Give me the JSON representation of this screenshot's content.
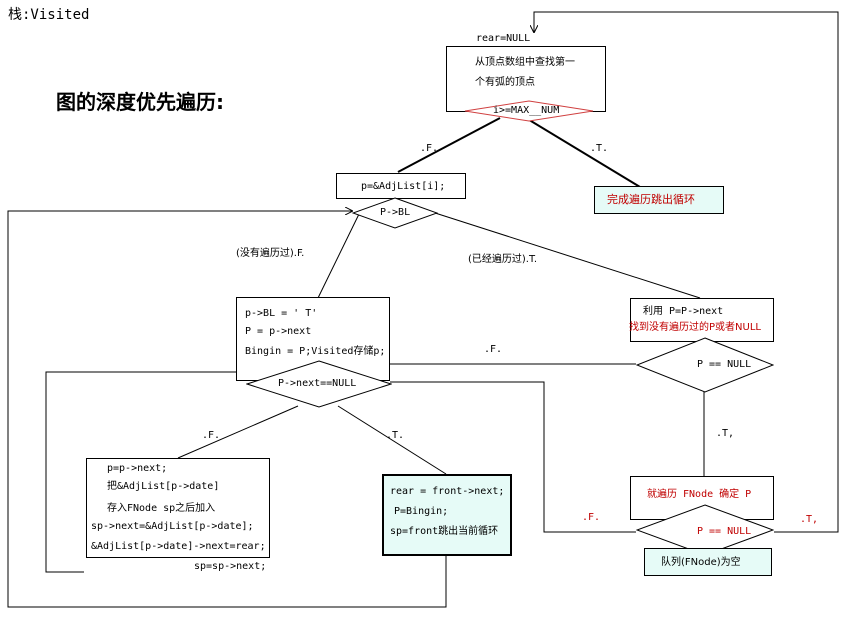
{
  "corner_label": "栈:Visited",
  "title": "图的深度优先遍历:",
  "top": {
    "rear": "rear=NULL",
    "box_line1": "从顶点数组中查找第一",
    "box_line2": "个有弧的顶点",
    "diamond": "i>=MAX__NUM"
  },
  "labels": {
    "top_false": ".F.",
    "top_true": ".T.",
    "not_visited": "(没有遍历过).F.",
    "visited": "(已经遍历过).T.",
    "mid_false": ".F.",
    "next_false": ".F.",
    "next_true": ".T.",
    "right_true": ".T,",
    "bottom_false": ".F.",
    "bottom_true": ".T,"
  },
  "p_assign": "p=&AdjList[i];",
  "bl_diamond": "P->BL",
  "done_box": "完成遍历跳出循环",
  "center_box": {
    "line1": "p->BL = ' T'",
    "line2": "P = p->next",
    "line3": "Bingin = P;Visited存储p;"
  },
  "next_diamond": "P->next==NULL",
  "right_box": {
    "line1": "利用 P=P->next",
    "line2": "找到没有遍历过的P或者NULL"
  },
  "p_null_diamond": "P == NULL",
  "fnode_box": "就遍历 FNode 确定 P",
  "p_null_diamond2": "P == NULL",
  "queue_box": "队列(FNode)为空",
  "left_box": {
    "line1": "p=p->next;",
    "line2": "把&AdjList[p->date]",
    "line3": "存入FNode  sp之后加入",
    "line4": "sp->next=&AdjList[p->date];",
    "line5": "&AdjList[p->date]->next=rear;",
    "line6": "sp=sp->next;"
  },
  "center_low_box": {
    "line1": "rear = front->next;",
    "line2": "P=Bingin;",
    "line3": "sp=front跳出当前循环"
  },
  "colors": {
    "red_text": "#c00000",
    "cyan_fill": "#e6fbf7"
  }
}
